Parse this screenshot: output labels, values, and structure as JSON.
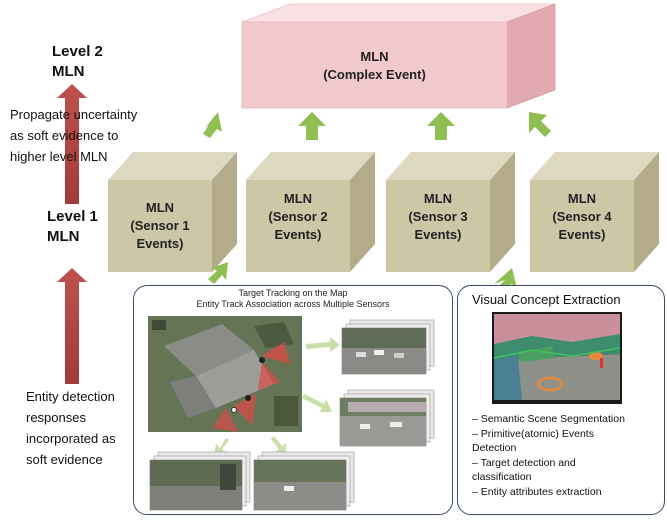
{
  "levels": {
    "level2": [
      "Level 2",
      "MLN"
    ],
    "level1": [
      "Level 1",
      "MLN"
    ]
  },
  "notes": {
    "propagate": [
      "Propagate uncertainty",
      "as soft evidence to",
      "higher level MLN"
    ],
    "entity": [
      "Entity detection",
      "responses",
      "incorporated as",
      "soft evidence"
    ]
  },
  "complex_box": [
    "MLN",
    "(Complex Event)"
  ],
  "sensor_boxes": [
    [
      "MLN",
      "(Sensor 1",
      "Events)"
    ],
    [
      "MLN",
      "(Sensor 2",
      "Events)"
    ],
    [
      "MLN",
      "(Sensor 3",
      "Events)"
    ],
    [
      "MLN",
      "(Sensor 4",
      "Events)"
    ]
  ],
  "tracking_panel": {
    "caption": [
      "Target Tracking on the Map",
      "Entity Track Association across Multiple Sensors"
    ]
  },
  "visual_panel": {
    "title": "Visual Concept Extraction",
    "items": [
      "–  Semantic Scene Segmentation",
      "–  Primitive(atomic) Events",
      "   Detection",
      "–  Target detection  and",
      "classification",
      "–   Entity attributes extraction"
    ]
  },
  "colors": {
    "complex_front": "#f2c9cd",
    "complex_top": "#f8e0e3",
    "complex_side": "#e3a9b0",
    "sensor_front": "#cdc6a7",
    "sensor_top": "#ddd8c0",
    "sensor_side": "#b3ab8a",
    "green_arrow": "#8fbf52",
    "red_arrow": "#b84a4a"
  }
}
